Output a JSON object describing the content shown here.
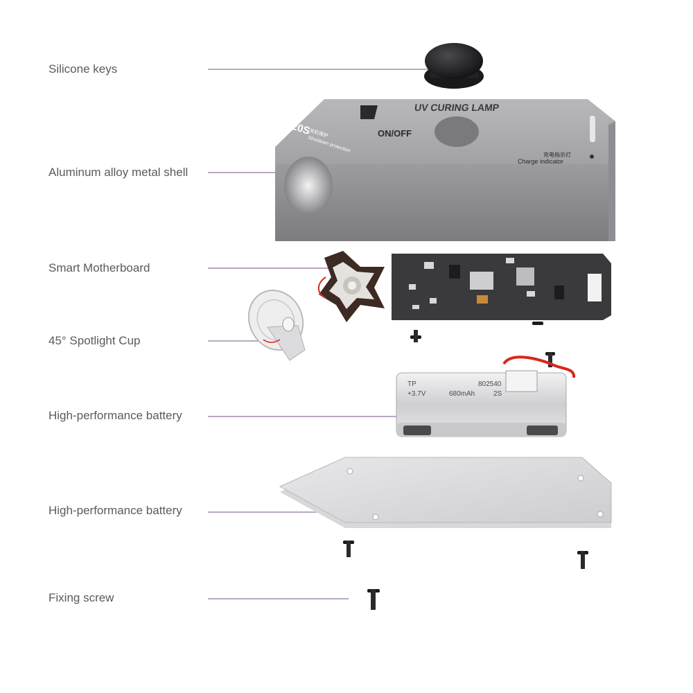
{
  "labels": {
    "silicone_keys": "Silicone keys",
    "metal_shell": "Aluminum alloy metal shell",
    "motherboard": "Smart Motherboard",
    "spotlight_cup": "45°  Spotlight Cup",
    "battery": "High-performance battery",
    "bottom_plate": "High-performance battery",
    "fixing_screw": "Fixing screw"
  },
  "shell": {
    "brand_title": "UV CURING LAMP",
    "model": "20S",
    "model_cn": "关机保护",
    "model_sub": "Shutdown protection",
    "onoff": "ON/OFF",
    "indicator_cn": "充电指示灯",
    "indicator_en": "Charge indicator"
  },
  "battery": {
    "brand": "TP",
    "code": "802540",
    "voltage": "+3.7V",
    "capacity": "680mAh",
    "extra": "2S"
  },
  "colors": {
    "leader": "#b9a9bf",
    "label": "#5a5a5a",
    "shell_top": "#a9a9ac",
    "shell_side": "#8a8a8e",
    "pcb": "#3a3a3c",
    "battery": "#d9d9dc",
    "wire_red": "#d9261c"
  }
}
